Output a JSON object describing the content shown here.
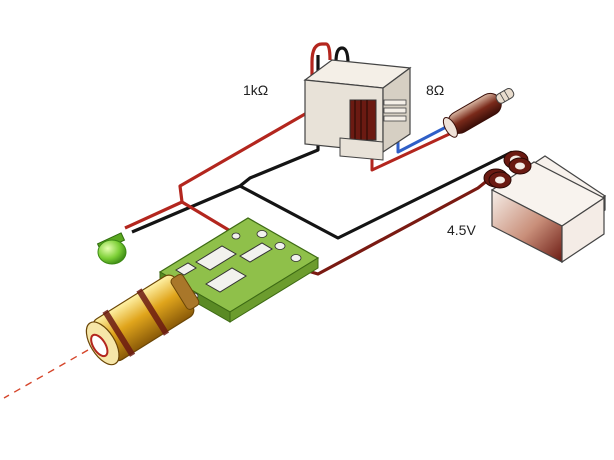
{
  "labels": {
    "resistor": "1kΩ",
    "speaker": "8Ω",
    "battery": "4.5V"
  },
  "colors": {
    "wire_red": "#b3261e",
    "wire_black": "#141414",
    "wire_blue": "#2f5fc7",
    "transformer": "#e8e2d8",
    "pcb": "#7fb43a",
    "laser_body": "#e0a51c",
    "led": "#7ccf36",
    "battery_dark": "#6b1a12"
  },
  "components": [
    "transformer",
    "speaker",
    "battery",
    "pcb",
    "laser-module",
    "led"
  ]
}
